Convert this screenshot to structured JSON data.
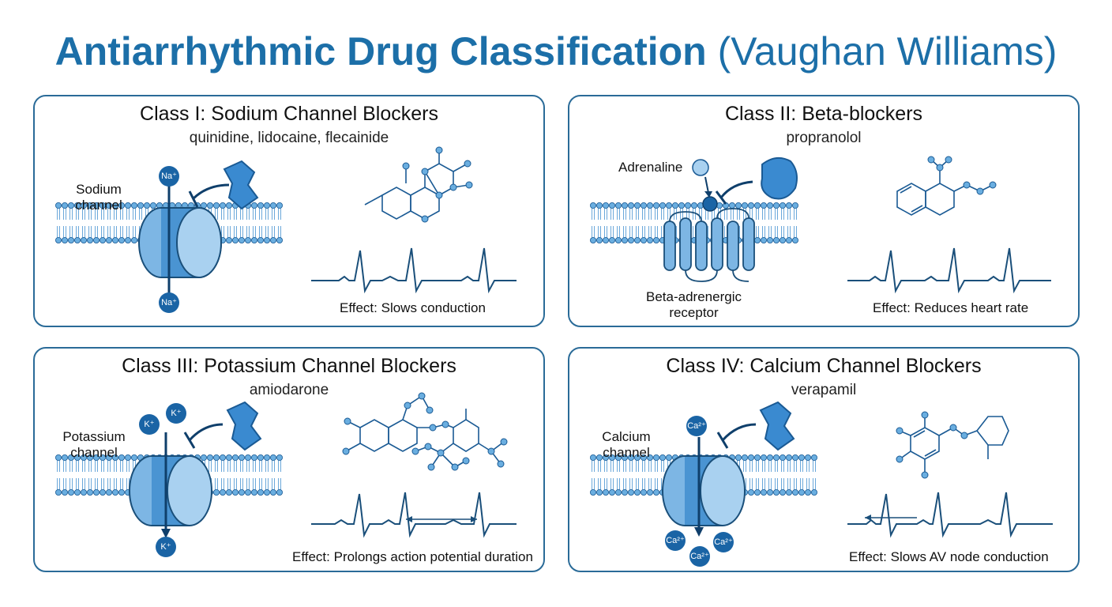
{
  "title": {
    "main": "Antiarrhythmic Drug Classification",
    "paren": "(Vaughan Williams)"
  },
  "colors": {
    "primary": "#1c6fa8",
    "dark": "#1a4f7a",
    "light": "#cfe4f5",
    "mid": "#5b9fd6",
    "border": "#2a6b98"
  },
  "panels": [
    {
      "title": "Class I: Sodium Channel Blockers",
      "drugs": "quinidine, lidocaine, flecainide",
      "channel_label": "Sodium channel",
      "ion_top": "Na⁺",
      "ion_bottom": "Na⁺",
      "effect": "Effect: Slows conduction",
      "icon": "sodium-channel-icon"
    },
    {
      "title": "Class II: Beta-blockers",
      "drugs": "propranolol",
      "ligand_label": "Adrenaline",
      "receptor_label": "Beta-adrenergic receptor",
      "effect": "Effect: Reduces heart rate",
      "icon": "beta-receptor-icon"
    },
    {
      "title": "Class III: Potassium Channel Blockers",
      "drugs": "amiodarone",
      "channel_label": "Potassium channel",
      "ion_top_a": "K⁺",
      "ion_top_b": "K⁺",
      "ion_bottom": "K⁺",
      "effect": "Effect: Prolongs action potential duration",
      "icon": "potassium-channel-icon"
    },
    {
      "title": "Class IV: Calcium Channel Blockers",
      "drugs": "verapamil",
      "channel_label": "Calcium channel",
      "ion_top": "Ca²⁺",
      "ion_bottom_a": "Ca²⁺",
      "ion_bottom_b": "Ca²⁺",
      "ion_bottom_c": "Ca²⁺",
      "effect": "Effect: Slows AV node conduction",
      "icon": "calcium-channel-icon"
    }
  ]
}
